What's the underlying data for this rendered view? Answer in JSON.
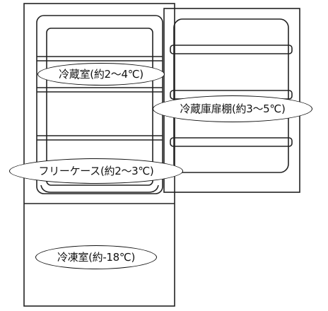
{
  "labels": {
    "refrigerator_compartment": "冷蔵室(約2～4℃)",
    "refrigerator_door_shelf": "冷蔵庫扉棚(約3～5℃)",
    "fresh_case": "フリーケース(約2～3℃)",
    "freezer_compartment": "冷凍室(約-18℃)"
  },
  "colors": {
    "line": "#222222",
    "background": "#ffffff"
  }
}
